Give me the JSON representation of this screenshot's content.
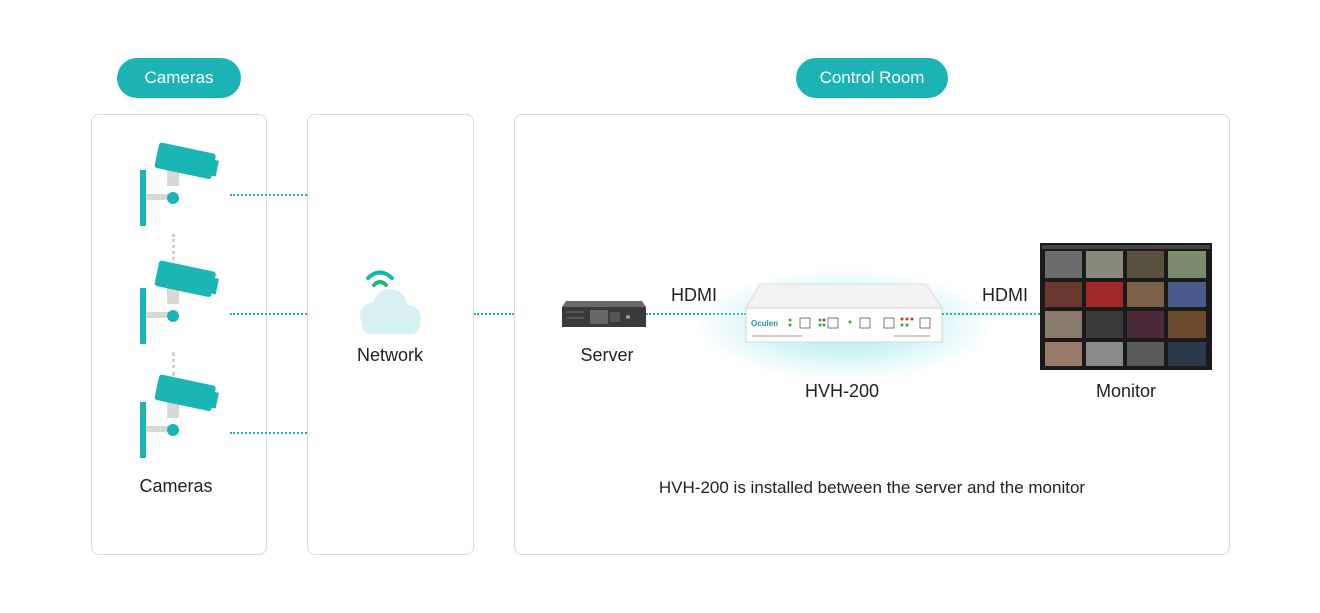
{
  "headers": {
    "cameras": "Cameras",
    "control_room": "Control Room"
  },
  "labels": {
    "cameras": "Cameras",
    "network": "Network",
    "server": "Server",
    "hdmi_left": "HDMI",
    "hdmi_right": "HDMI",
    "device": "HVH-200",
    "monitor": "Monitor",
    "device_brand": "Oculen",
    "caption": "HVH-200 is installed between the server and the monitor"
  },
  "colors": {
    "accent": "#1bb3b3",
    "camera": "#1ab5b5",
    "connector": "#1fb0b8",
    "panel_border": "#d9d9d9"
  },
  "icons": [
    "security-camera-icon",
    "cloud-icon",
    "wifi-icon",
    "server-icon",
    "video-wall-device",
    "monitor-icon"
  ]
}
